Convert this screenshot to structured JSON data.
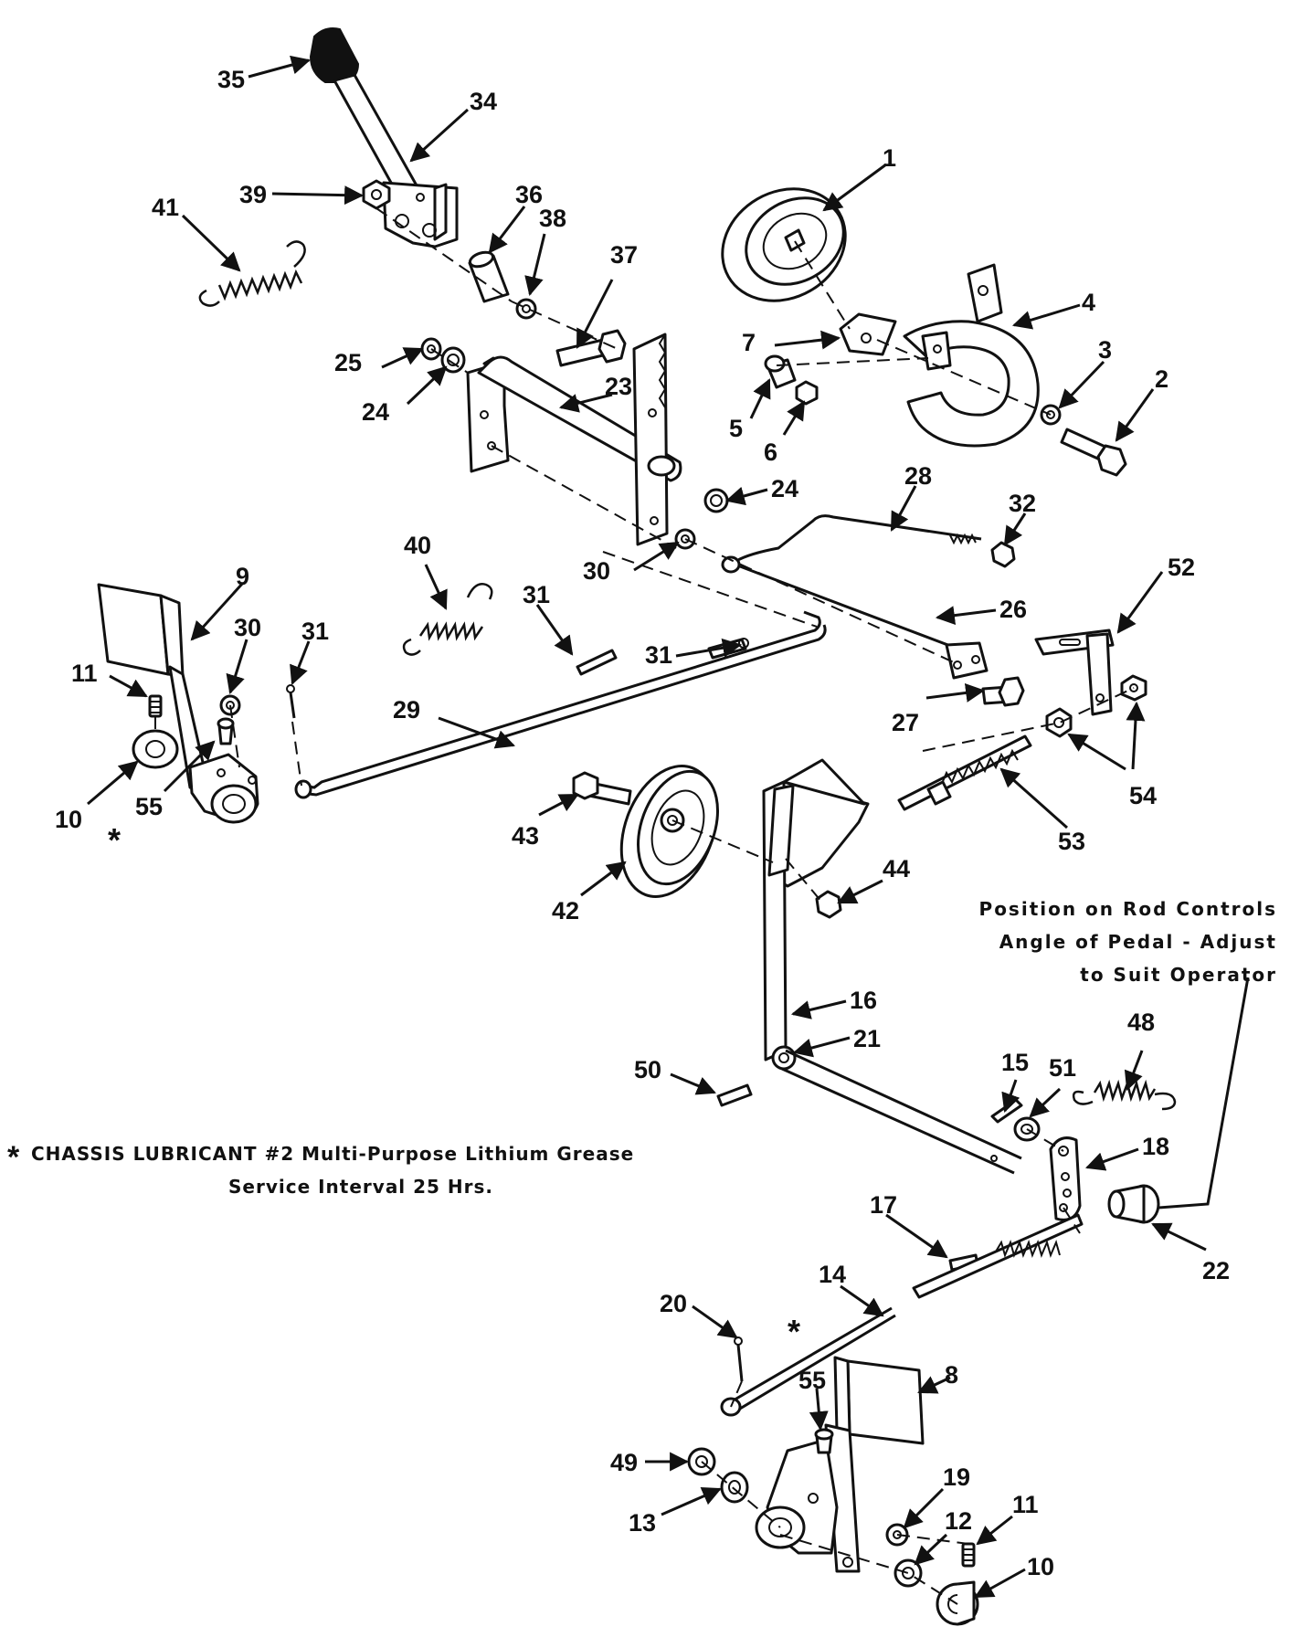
{
  "callouts": {
    "c1": "1",
    "c2": "2",
    "c3": "3",
    "c4": "4",
    "c5": "5",
    "c6": "6",
    "c7": "7",
    "c8": "8",
    "c9": "9",
    "c10a": "10",
    "c10b": "10",
    "c11a": "11",
    "c11b": "11",
    "c12": "12",
    "c13": "13",
    "c14": "14",
    "c15": "15",
    "c16": "16",
    "c17": "17",
    "c18": "18",
    "c19": "19",
    "c20": "20",
    "c21": "21",
    "c22": "22",
    "c23": "23",
    "c24a": "24",
    "c24b": "24",
    "c25": "25",
    "c26": "26",
    "c27": "27",
    "c28": "28",
    "c29": "29",
    "c30a": "30",
    "c30b": "30",
    "c31a": "31",
    "c31b": "31",
    "c31c": "31",
    "c32": "32",
    "c34": "34",
    "c35": "35",
    "c36": "36",
    "c37": "37",
    "c38": "38",
    "c39": "39",
    "c40": "40",
    "c41": "41",
    "c42": "42",
    "c43": "43",
    "c44": "44",
    "c48": "48",
    "c49": "49",
    "c50": "50",
    "c51": "51",
    "c52": "52",
    "c53": "53",
    "c54": "54",
    "c55a": "55",
    "c55b": "55",
    "star_a": "*",
    "star_b": "*"
  },
  "notes": {
    "position_line1": "Position on Rod Controls",
    "position_line2": "Angle of Pedal - Adjust",
    "position_line3": "to Suit Operator",
    "lubricant_line1": "CHASSIS LUBRICANT #2 Multi-Purpose Lithium Grease",
    "lubricant_line2": "Service Interval 25 Hrs.",
    "lubricant_symbol": "*"
  }
}
